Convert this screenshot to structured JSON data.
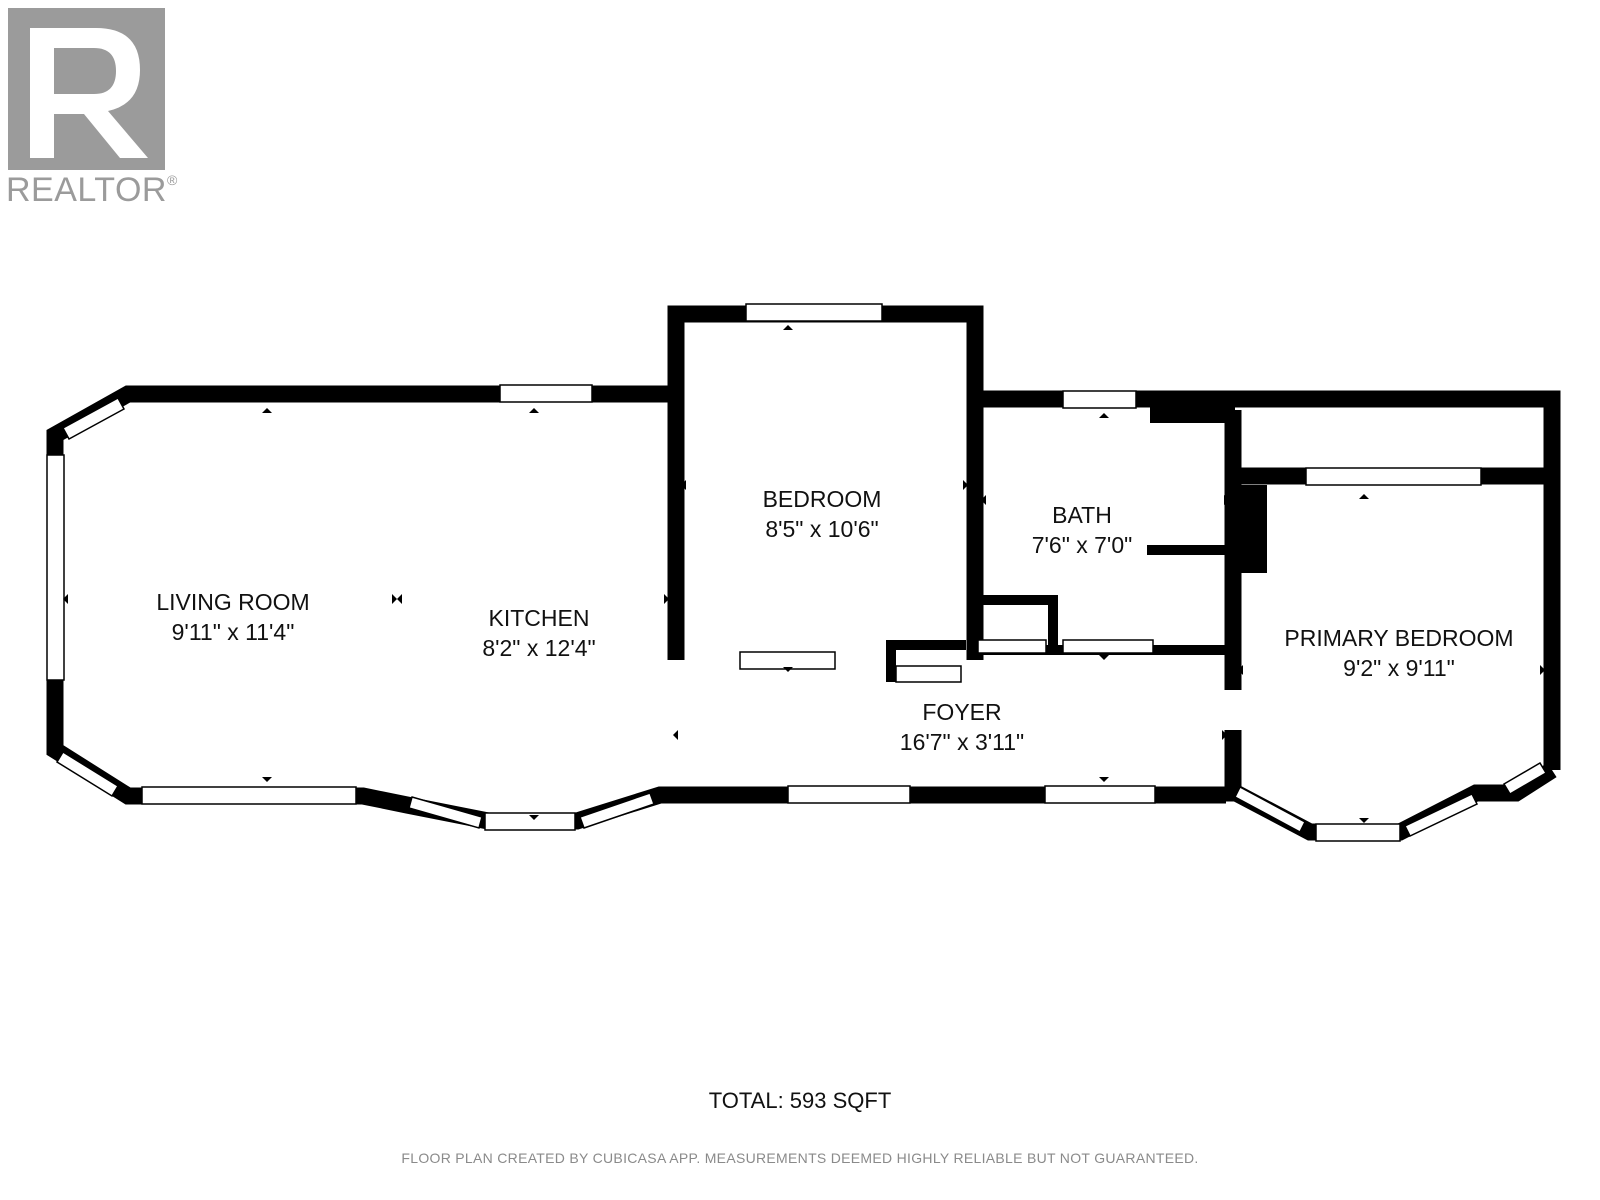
{
  "logo": {
    "mark": "R",
    "text": "REALTOR",
    "trademark": "®",
    "color": "#9b9b9b"
  },
  "rooms": [
    {
      "id": "living-room",
      "name": "LIVING ROOM",
      "dims": "9'11\" x 11'4\""
    },
    {
      "id": "kitchen",
      "name": "KITCHEN",
      "dims": "8'2\" x 12'4\""
    },
    {
      "id": "bedroom",
      "name": "BEDROOM",
      "dims": "8'5\" x 10'6\""
    },
    {
      "id": "bath",
      "name": "BATH",
      "dims": "7'6\" x 7'0\""
    },
    {
      "id": "primary-bedroom",
      "name": "PRIMARY BEDROOM",
      "dims": "9'2\" x 9'11\""
    },
    {
      "id": "foyer",
      "name": "FOYER",
      "dims": "16'7\" x 3'11\""
    }
  ],
  "total": "TOTAL: 593 SQFT",
  "disclaimer": "FLOOR PLAN CREATED BY CUBICASA APP. MEASUREMENTS DEEMED HIGHLY RELIABLE BUT NOT GUARANTEED.",
  "colors": {
    "wall": "#000000",
    "window": "#ffffff",
    "text": "#111111",
    "muted": "#8a8a8a"
  }
}
